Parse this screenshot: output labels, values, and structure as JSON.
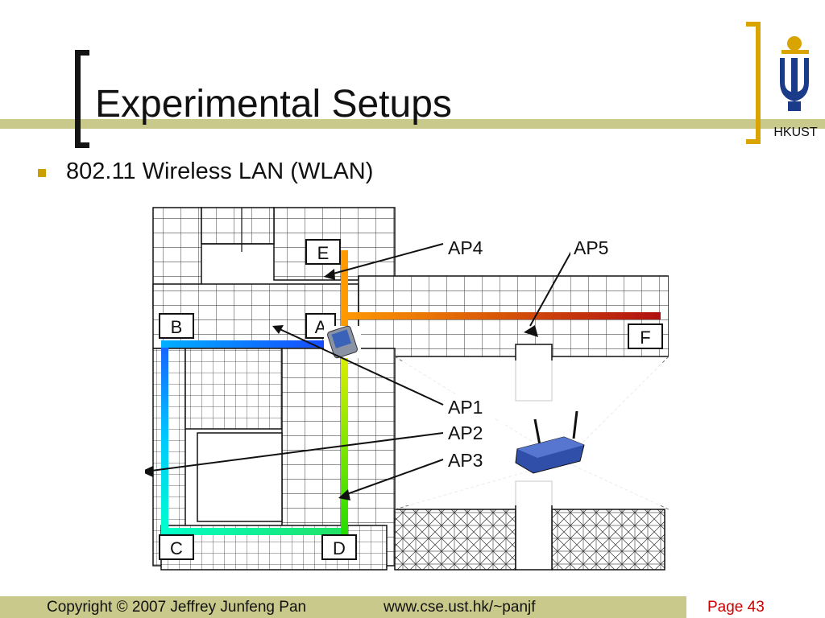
{
  "slide": {
    "title": "Experimental Setups",
    "logo_text": "HKUST",
    "bullets": [
      {
        "text": "802.11 Wireless LAN (WLAN)"
      }
    ]
  },
  "floorplan": {
    "location_labels": [
      "A",
      "B",
      "C",
      "D",
      "E",
      "F"
    ],
    "access_points": [
      "AP1",
      "AP2",
      "AP3",
      "AP4",
      "AP5"
    ]
  },
  "footer": {
    "copyright": "Copyright © 2007 Jeffrey Junfeng Pan",
    "url": "www.cse.ust.hk/~panjf",
    "page": "Page 43"
  },
  "colors": {
    "accent_gold": "#d9a400",
    "band": "#c9c98c",
    "page_number": "#cc0000"
  }
}
